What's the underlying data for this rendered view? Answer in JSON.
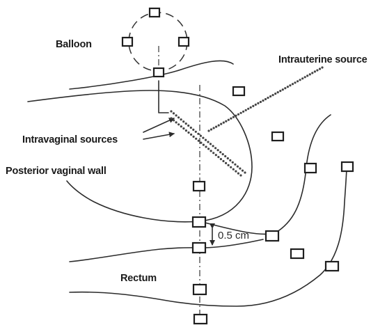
{
  "labels": {
    "balloon": "Balloon",
    "intrauterine_source": "Intrauterine source",
    "intravaginal_sources": "Intravaginal sources",
    "posterior_vaginal_wall": "Posterior vaginal wall",
    "rectum": "Rectum",
    "measurement": "0.5 cm"
  },
  "icons": {
    "dose_point": "square-marker-icon",
    "arrow": "arrow-icon"
  }
}
